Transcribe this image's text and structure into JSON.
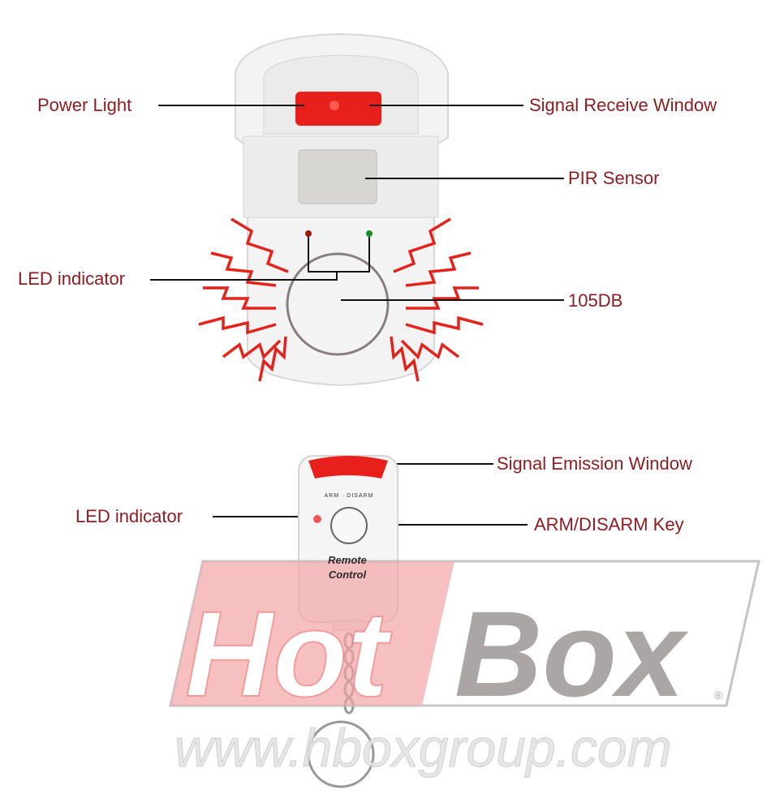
{
  "alarm_unit": {
    "labels": {
      "power_light": "Power Light",
      "signal_receive_window": "Signal Receive Window",
      "pir_sensor": "PIR Sensor",
      "led_indicator": "LED indicator",
      "speaker": "105DB"
    }
  },
  "remote": {
    "labels": {
      "signal_emission_window": "Signal Emission Window",
      "led_indicator": "LED indicator",
      "arm_disarm_key": "ARM/DISARM Key"
    },
    "printed_text": {
      "key_caption": "ARM · DISARM",
      "brand_line1": "Remote",
      "brand_line2": "Control"
    }
  },
  "watermark": {
    "logo": "HotBox",
    "registered": "®",
    "url": "www.hboxgroup.com"
  },
  "colors": {
    "label_text": "#8e1b1f",
    "accent_red": "#e8201c",
    "device_white": "#f4f4f4"
  }
}
